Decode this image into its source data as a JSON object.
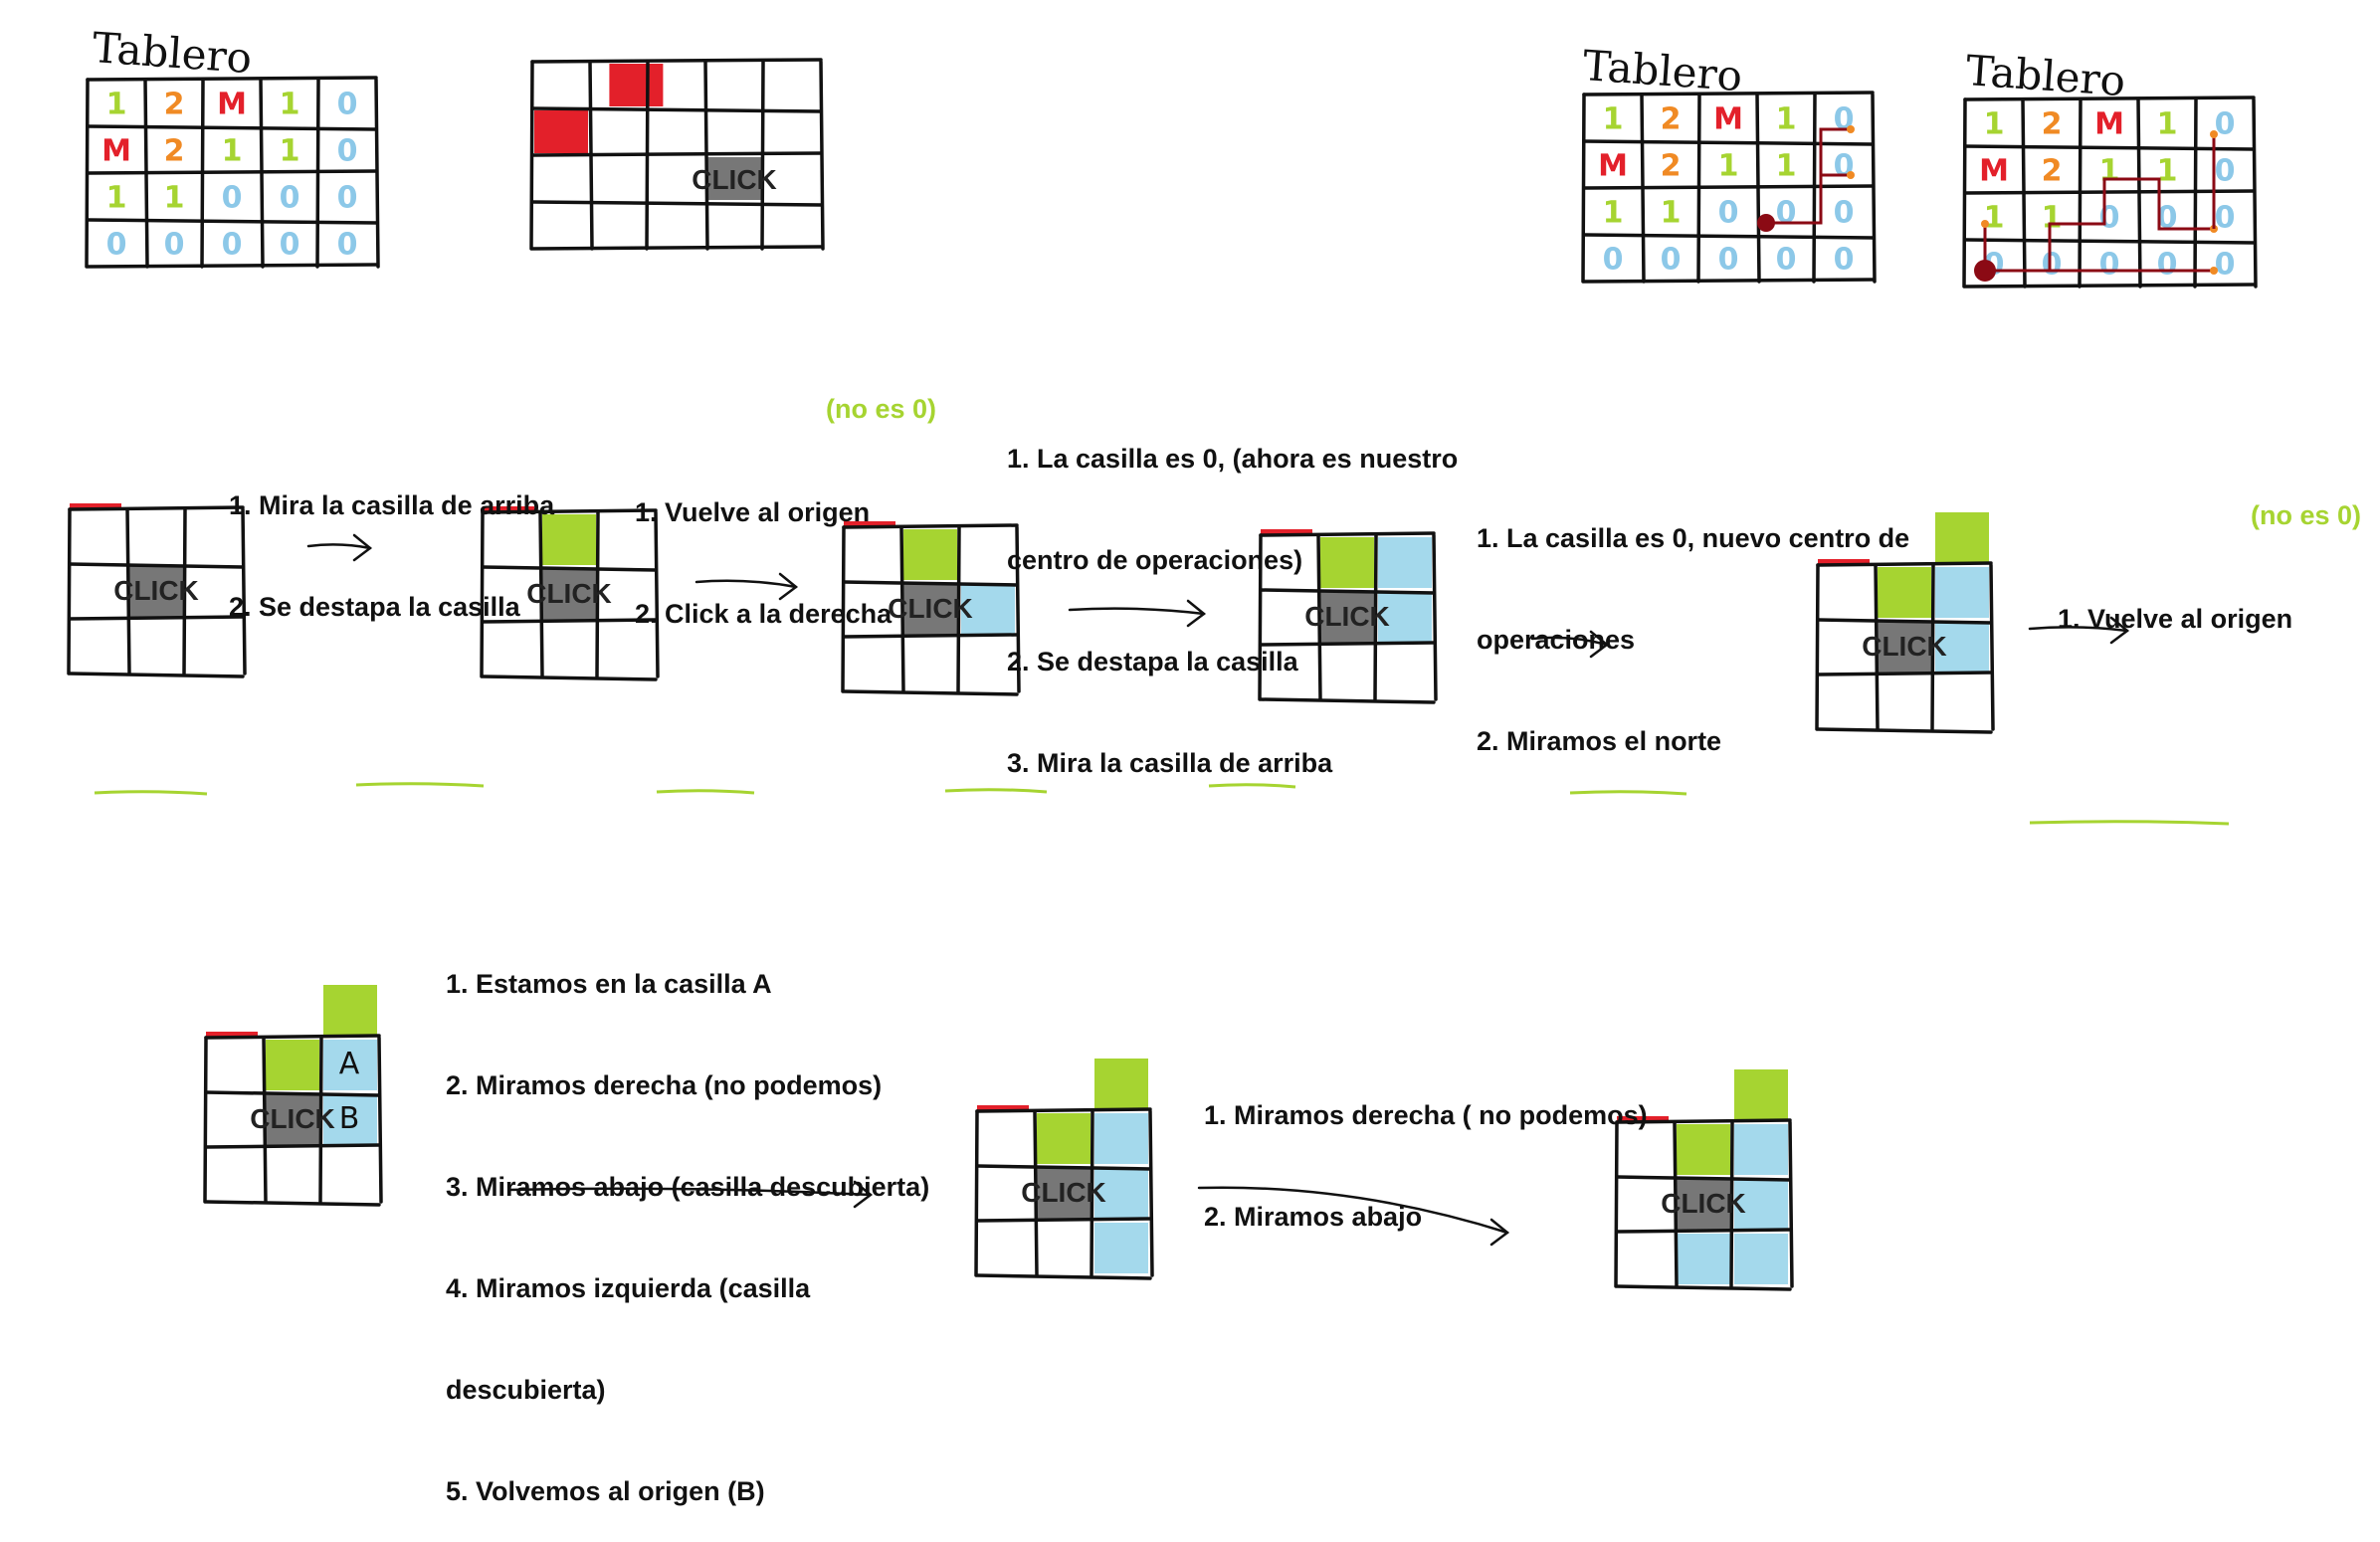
{
  "colors": {
    "uncovered": "#a6d431",
    "water": "#a4d9ec",
    "click": "#777777",
    "mine_red": "#e3202a",
    "one_green": "#a6d431",
    "two_orange": "#f08a24",
    "zero_blue": "#8cc8e8",
    "arrow_darkred": "#8b0a14",
    "dot_orange": "#f08a24"
  },
  "board": {
    "title": "Tablero",
    "cells": [
      [
        "1",
        "2",
        "M",
        "1",
        "0"
      ],
      [
        "M",
        "2",
        "1",
        "1",
        "0"
      ],
      [
        "1",
        "1",
        "0",
        "0",
        "0"
      ],
      [
        "0",
        "0",
        "0",
        "0",
        "0"
      ]
    ]
  },
  "click_label": "CLICK",
  "steps_top": [
    {
      "lines": [
        "1. Mira la casilla de arriba",
        "2. Se destapa la casilla"
      ]
    },
    {
      "lines": [
        "1. Vuelve al origen",
        "2. Click a la derecha"
      ],
      "tag": "(no es 0)"
    },
    {
      "lines": [
        "1. La casilla es 0, (ahora es nuestro",
        "centro de operaciones)",
        "2. Se destapa la casilla",
        "3. Mira la casilla de arriba"
      ]
    },
    {
      "lines": [
        "1. La casilla es 0, nuevo centro de",
        "operaciones",
        "2. Miramos el norte"
      ]
    },
    {
      "lines": [
        "1. Vuelve al origen"
      ],
      "tag": "(no es 0)"
    }
  ],
  "steps_bottom": [
    {
      "lines": [
        "1. Estamos en la casilla A",
        "2. Miramos derecha (no podemos)",
        "3. Miramos abajo (casilla descubierta)",
        "4. Miramos izquierda (casilla",
        "descubierta)",
        "5. Volvemos al origen (B)"
      ]
    },
    {
      "lines": [
        "1. Miramos derecha ( no podemos)",
        "2. Miramos abajo"
      ]
    }
  ],
  "cell_markers": {
    "a": "A",
    "b": "B"
  }
}
